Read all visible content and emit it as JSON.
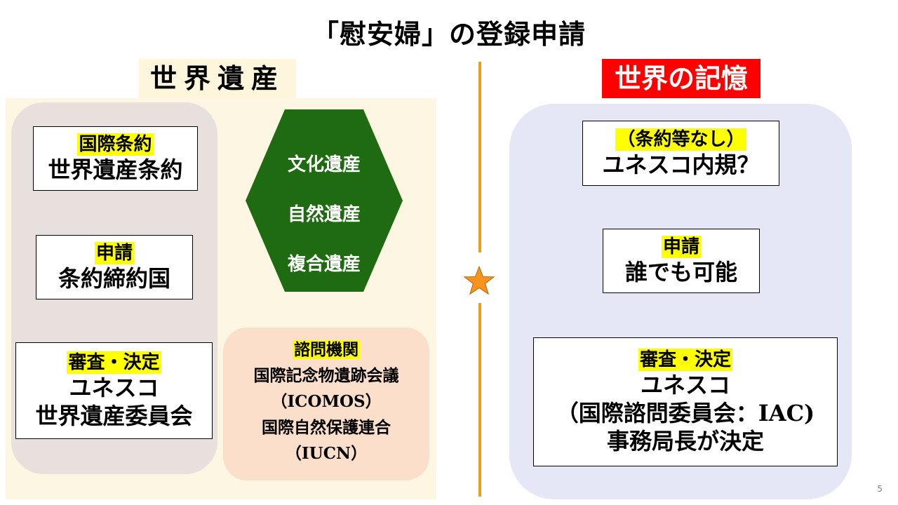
{
  "title": "「慰安婦」の登録申請",
  "left": {
    "heading": "世界遺産",
    "convention": {
      "label": "国際条約",
      "value": "世界遺産条約"
    },
    "application": {
      "label": "申請",
      "value": "条約締約国"
    },
    "review": {
      "label": "審査・決定",
      "lines": [
        "ユネスコ",
        "世界遺産委員会"
      ]
    },
    "heritage_types": [
      "文化遺産",
      "自然遺産",
      "複合遺産"
    ],
    "advisory": {
      "label": "諮問機関",
      "lines": [
        "国際記念物遺跡会議",
        "（ICOMOS）",
        "国際自然保護連合",
        "（IUCN）"
      ]
    }
  },
  "right": {
    "heading": "世界の記憶",
    "rules": {
      "label": "（条約等なし）",
      "value": "ユネスコ内規？"
    },
    "application": {
      "label": "申請",
      "value": "誰でも可能"
    },
    "review": {
      "label": "審査・決定",
      "lines": [
        "ユネスコ",
        "（国際諮問委員会：IAC)",
        "事務局長が決定"
      ]
    }
  },
  "colors": {
    "highlight": "#ffff00",
    "right_heading_bg": "#ff0000",
    "hexagon": "#1e6b12",
    "divider": "#e8a020",
    "star": "#f7941d"
  },
  "page_number": "5"
}
